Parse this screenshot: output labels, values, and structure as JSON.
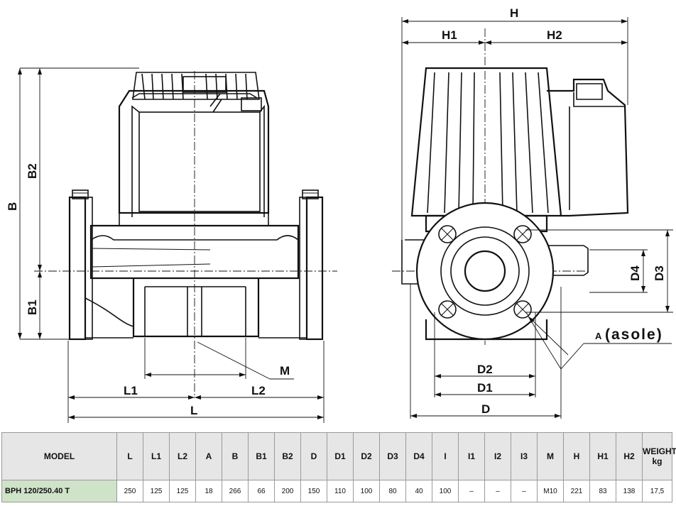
{
  "drawing": {
    "front_view": {
      "labels": {
        "B": "B",
        "B2": "B2",
        "B1": "B1",
        "L1": "L1",
        "L2": "L2",
        "L": "L",
        "M": "M"
      }
    },
    "side_view": {
      "labels": {
        "H": "H",
        "H1": "H1",
        "H2": "H2",
        "D4": "D4",
        "D3": "D3",
        "D2": "D2",
        "D1": "D1",
        "D": "D",
        "A": "A",
        "asole": "(asole)"
      }
    }
  },
  "table": {
    "headers": [
      "MODEL",
      "L",
      "L1",
      "L2",
      "A",
      "B",
      "B1",
      "B2",
      "D",
      "D1",
      "D2",
      "D3",
      "D4",
      "I",
      "I1",
      "I2",
      "I3",
      "M",
      "H",
      "H1",
      "H2",
      "WEIGHT",
      "kg"
    ],
    "rows": [
      {
        "model": "BPH 120/250.40 T",
        "values": [
          "250",
          "125",
          "125",
          "18",
          "266",
          "66",
          "200",
          "150",
          "110",
          "100",
          "80",
          "40",
          "100",
          "–",
          "–",
          "–",
          "M10",
          "221",
          "83",
          "138",
          "17,5"
        ]
      }
    ],
    "colors": {
      "header_bg": "#e6e6e6",
      "model_bg": "#cfe3c8",
      "border": "#9a9a9a"
    }
  }
}
